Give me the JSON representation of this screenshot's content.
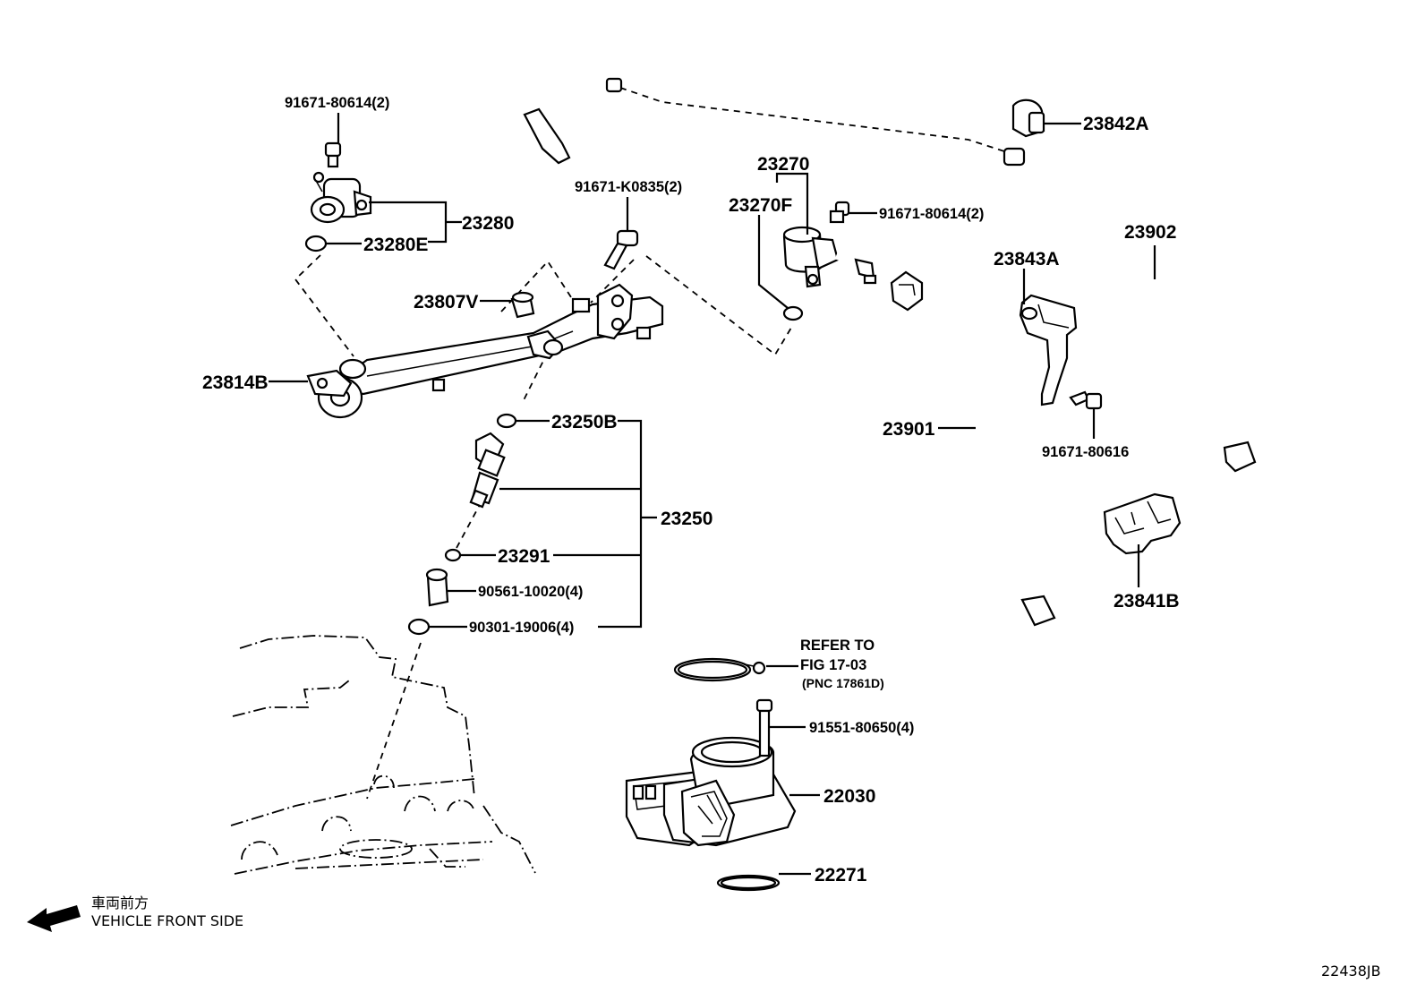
{
  "labels": {
    "p91671_80614_top": "91671-80614(2)",
    "p23280": "23280",
    "p23280E": "23280E",
    "p91671_K0835": "91671-K0835(2)",
    "p23807V": "23807V",
    "p23814B": "23814B",
    "p23250B": "23250B",
    "p23250": "23250",
    "p23291": "23291",
    "p90561": "90561-10020(4)",
    "p90301": "90301-19006(4)",
    "p23270": "23270",
    "p23270F": "23270F",
    "p91671_80614_mid": "91671-80614(2)",
    "p23842A": "23842A",
    "p23902": "23902",
    "p23843A": "23843A",
    "p91671_80616": "91671-80616",
    "p23901": "23901",
    "p23841B": "23841B",
    "refer_line1": "REFER TO",
    "refer_line2": "FIG 17-03",
    "refer_line3": "(PNC 17861D)",
    "p91551": "91551-80650(4)",
    "p22030": "22030",
    "p22271": "22271"
  },
  "orientation": {
    "line_jp": "車両前方",
    "line_en": "VEHICLE FRONT SIDE"
  },
  "figure_id": "22438JB"
}
